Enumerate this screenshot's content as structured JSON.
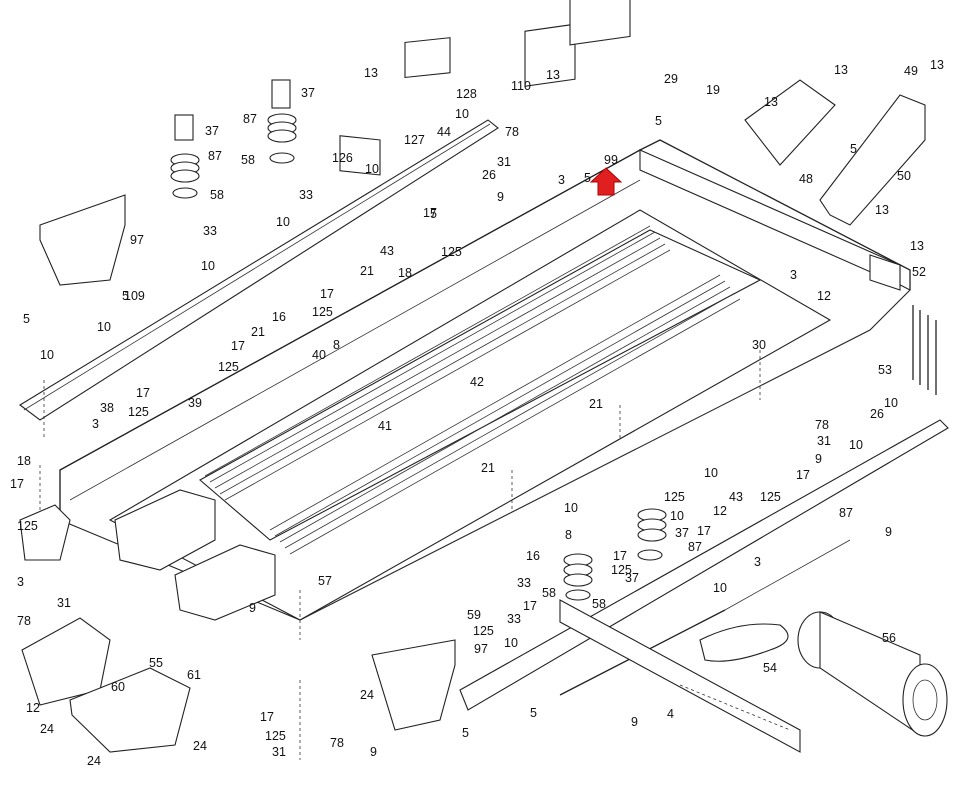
{
  "parts": [
    {
      "label": "13"
    },
    {
      "label": "128"
    },
    {
      "label": "127"
    },
    {
      "label": "126"
    },
    {
      "label": "110"
    },
    {
      "label": "13"
    },
    {
      "label": "29"
    },
    {
      "label": "19"
    },
    {
      "label": "13"
    },
    {
      "label": "13"
    },
    {
      "label": "49"
    },
    {
      "label": "13"
    },
    {
      "label": "48"
    },
    {
      "label": "50"
    },
    {
      "label": "37"
    },
    {
      "label": "87"
    },
    {
      "label": "58"
    },
    {
      "label": "33"
    },
    {
      "label": "37"
    },
    {
      "label": "87"
    },
    {
      "label": "58"
    },
    {
      "label": "33"
    },
    {
      "label": "97"
    },
    {
      "label": "5"
    },
    {
      "label": "5"
    },
    {
      "label": "10"
    },
    {
      "label": "10"
    },
    {
      "label": "10"
    },
    {
      "label": "44"
    },
    {
      "label": "10"
    },
    {
      "label": "10"
    },
    {
      "label": "78"
    },
    {
      "label": "31"
    },
    {
      "label": "9"
    },
    {
      "label": "26"
    },
    {
      "label": "3"
    },
    {
      "label": "99"
    },
    {
      "label": "5"
    },
    {
      "label": "5"
    },
    {
      "label": "13"
    },
    {
      "label": "5"
    },
    {
      "label": "13"
    },
    {
      "label": "52"
    },
    {
      "label": "17"
    },
    {
      "label": "125"
    },
    {
      "label": "43"
    },
    {
      "label": "18"
    },
    {
      "label": "21"
    },
    {
      "label": "17"
    },
    {
      "label": "125"
    },
    {
      "label": "16"
    },
    {
      "label": "21"
    },
    {
      "label": "8"
    },
    {
      "label": "17"
    },
    {
      "label": "125"
    },
    {
      "label": "40"
    },
    {
      "label": "10"
    },
    {
      "label": "10"
    },
    {
      "label": "38"
    },
    {
      "label": "3"
    },
    {
      "label": "17"
    },
    {
      "label": "125"
    },
    {
      "label": "39"
    },
    {
      "label": "41"
    },
    {
      "label": "42"
    },
    {
      "label": "3"
    },
    {
      "label": "12"
    },
    {
      "label": "30"
    },
    {
      "label": "53"
    },
    {
      "label": "21"
    },
    {
      "label": "21"
    },
    {
      "label": "78"
    },
    {
      "label": "26"
    },
    {
      "label": "10"
    },
    {
      "label": "31"
    },
    {
      "label": "9"
    },
    {
      "label": "10"
    },
    {
      "label": "17"
    },
    {
      "label": "43"
    },
    {
      "label": "125"
    },
    {
      "label": "18"
    },
    {
      "label": "17"
    },
    {
      "label": "125"
    },
    {
      "label": "17"
    },
    {
      "label": "125"
    },
    {
      "label": "12"
    },
    {
      "label": "10"
    },
    {
      "label": "37"
    },
    {
      "label": "87"
    },
    {
      "label": "10"
    },
    {
      "label": "8"
    },
    {
      "label": "16"
    },
    {
      "label": "17"
    },
    {
      "label": "33"
    },
    {
      "label": "125"
    },
    {
      "label": "37"
    },
    {
      "label": "58"
    },
    {
      "label": "58"
    },
    {
      "label": "87"
    },
    {
      "label": "9"
    },
    {
      "label": "3"
    },
    {
      "label": "57"
    },
    {
      "label": "3"
    },
    {
      "label": "31"
    },
    {
      "label": "78"
    },
    {
      "label": "9"
    },
    {
      "label": "59"
    },
    {
      "label": "17"
    },
    {
      "label": "33"
    },
    {
      "label": "10"
    },
    {
      "label": "125"
    },
    {
      "label": "97"
    },
    {
      "label": "10"
    },
    {
      "label": "56"
    },
    {
      "label": "54"
    },
    {
      "label": "55"
    },
    {
      "label": "61"
    },
    {
      "label": "12"
    },
    {
      "label": "60"
    },
    {
      "label": "24"
    },
    {
      "label": "24"
    },
    {
      "label": "24"
    },
    {
      "label": "24"
    },
    {
      "label": "17"
    },
    {
      "label": "78"
    },
    {
      "label": "125"
    },
    {
      "label": "31"
    },
    {
      "label": "9"
    },
    {
      "label": "5"
    },
    {
      "label": "5"
    },
    {
      "label": "9"
    },
    {
      "label": "4"
    },
    {
      "label": "109"
    },
    {
      "label": "5"
    },
    {
      "label": "17"
    }
  ],
  "colors": {
    "line": "#222222",
    "arrow": "#e02020",
    "background": "#ffffff"
  },
  "icons": {
    "direction_marker": "up-arrow-icon"
  }
}
